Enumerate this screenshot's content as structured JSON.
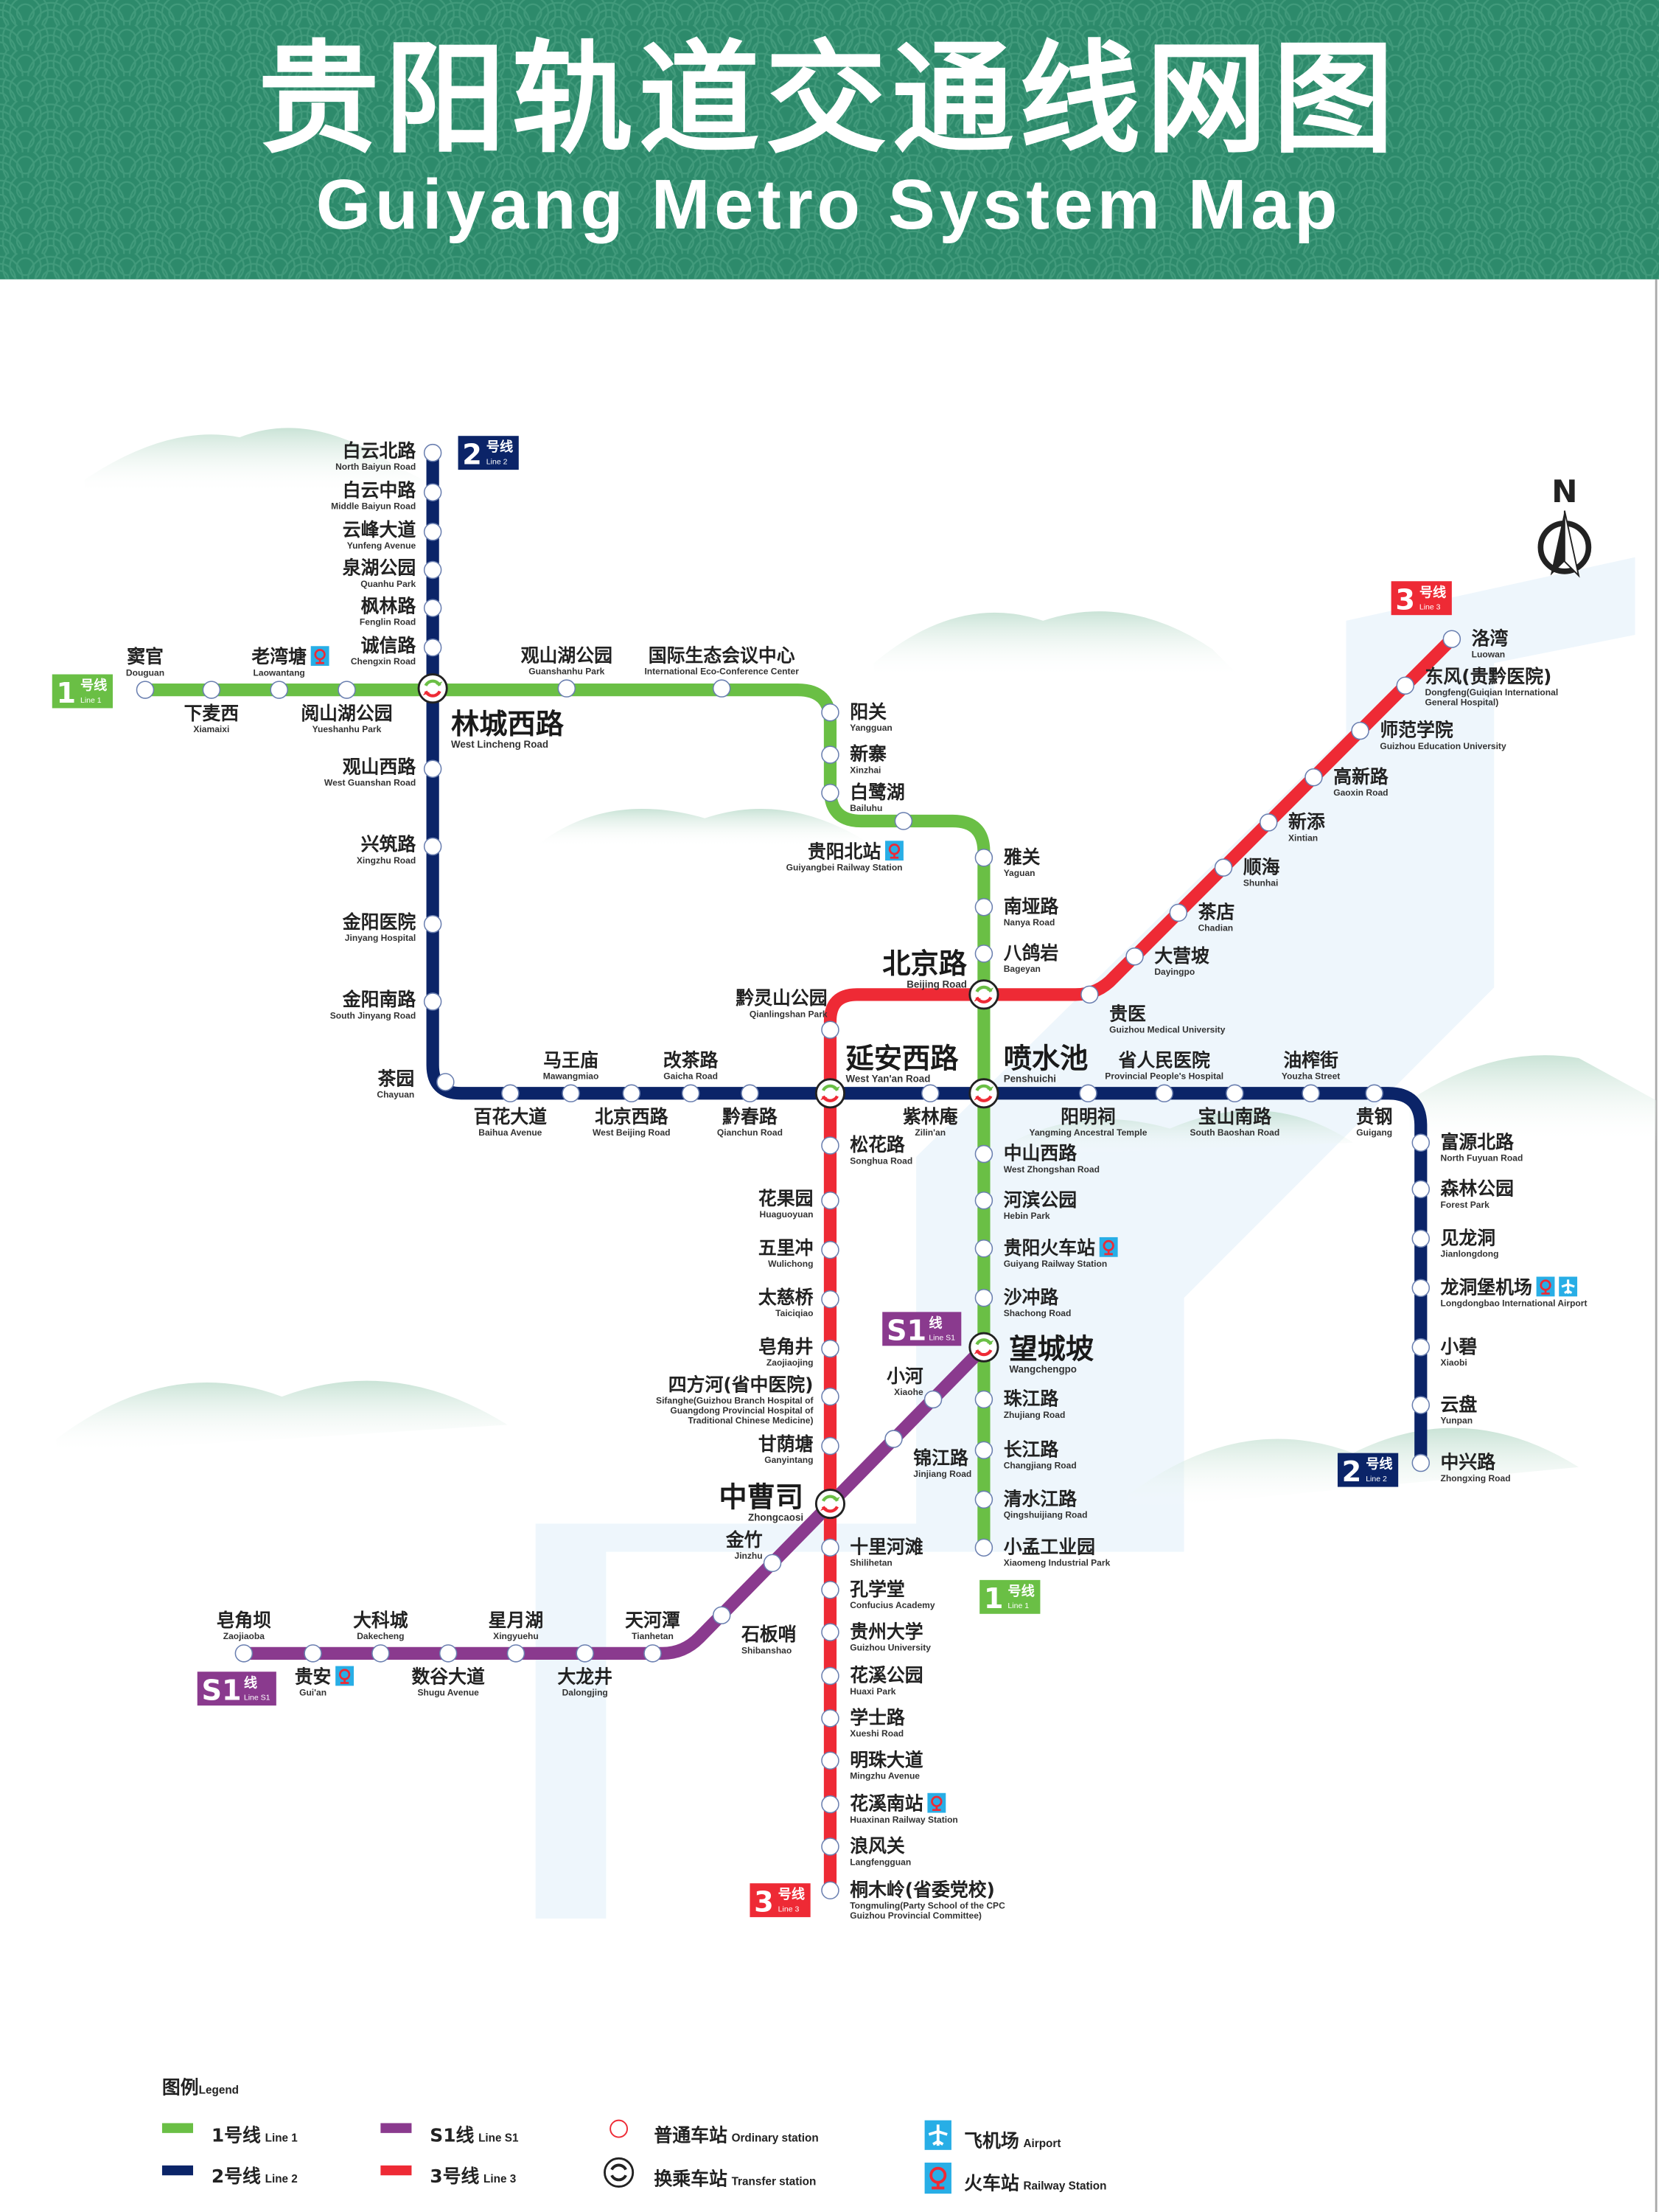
{
  "title": {
    "zh": "贵阳轨道交通线网图",
    "en": "Guiyang Metro System Map"
  },
  "compass": "N",
  "colors": {
    "header": "#2d8a6b",
    "line1": "#6abf45",
    "line2": "#0b2468",
    "line3": "#ee2a35",
    "lineS1": "#8a3a8e",
    "icon_bg": "#28aee6"
  },
  "transfer_stations": [
    {
      "zh": "林城西路",
      "en": "West Lincheng Road"
    },
    {
      "zh": "北京路",
      "en": "Beijing Road"
    },
    {
      "zh": "延安西路",
      "en": "West Yan'an Road"
    },
    {
      "zh": "喷水池",
      "en": "Penshuichi"
    },
    {
      "zh": "望城坡",
      "en": "Wangchengpo"
    },
    {
      "zh": "中曹司",
      "en": "Zhongcaosi"
    }
  ],
  "lines": [
    {
      "id": "l1",
      "num": "1",
      "suffix": "号线",
      "en": "Line 1",
      "color": "#6abf45",
      "stations": [
        {
          "zh": "窦官",
          "en": "Douguan"
        },
        {
          "zh": "下麦西",
          "en": "Xiamaixi"
        },
        {
          "zh": "老湾塘",
          "en": "Laowantang",
          "icons": [
            "railway"
          ]
        },
        {
          "zh": "阅山湖公园",
          "en": "Yueshanhu Park"
        },
        {
          "ref": 0
        },
        {
          "zh": "观山湖公园",
          "en": "Guanshanhu Park"
        },
        {
          "zh": "国际生态会议中心",
          "en": "International Eco-Conference Center"
        },
        {
          "zh": "阳关",
          "en": "Yangguan"
        },
        {
          "zh": "新寨",
          "en": "Xinzhai"
        },
        {
          "zh": "白鹭湖",
          "en": "Bailuhu"
        },
        {
          "zh": "贵阳北站",
          "en": "Guiyangbei Railway Station",
          "icons": [
            "railway"
          ]
        },
        {
          "zh": "雅关",
          "en": "Yaguan"
        },
        {
          "zh": "南垭路",
          "en": "Nanya Road"
        },
        {
          "zh": "八鸽岩",
          "en": "Bageyan"
        },
        {
          "ref": 1
        },
        {
          "ref": 3
        },
        {
          "zh": "中山西路",
          "en": "West Zhongshan Road"
        },
        {
          "zh": "河滨公园",
          "en": "Hebin Park"
        },
        {
          "zh": "贵阳火车站",
          "en": "Guiyang Railway Station",
          "icons": [
            "railway"
          ]
        },
        {
          "zh": "沙冲路",
          "en": "Shachong Road"
        },
        {
          "ref": 4
        },
        {
          "zh": "珠江路",
          "en": "Zhujiang Road"
        },
        {
          "zh": "长江路",
          "en": "Changjiang Road"
        },
        {
          "zh": "清水江路",
          "en": "Qingshuijiang Road"
        },
        {
          "zh": "小孟工业园",
          "en": "Xiaomeng Industrial Park"
        }
      ]
    },
    {
      "id": "l2",
      "num": "2",
      "suffix": "号线",
      "en": "Line 2",
      "color": "#0b2468",
      "stations": [
        {
          "zh": "白云北路",
          "en": "North Baiyun Road"
        },
        {
          "zh": "白云中路",
          "en": "Middle Baiyun Road"
        },
        {
          "zh": "云峰大道",
          "en": "Yunfeng Avenue"
        },
        {
          "zh": "泉湖公园",
          "en": "Quanhu Park"
        },
        {
          "zh": "枫林路",
          "en": "Fenglin Road"
        },
        {
          "zh": "诚信路",
          "en": "Chengxin Road"
        },
        {
          "ref": 0
        },
        {
          "zh": "观山西路",
          "en": "West Guanshan Road"
        },
        {
          "zh": "兴筑路",
          "en": "Xingzhu Road"
        },
        {
          "zh": "金阳医院",
          "en": "Jinyang Hospital"
        },
        {
          "zh": "金阳南路",
          "en": "South Jinyang Road"
        },
        {
          "zh": "茶园",
          "en": "Chayuan"
        },
        {
          "zh": "百花大道",
          "en": "Baihua Avenue"
        },
        {
          "zh": "马王庙",
          "en": "Mawangmiao"
        },
        {
          "zh": "北京西路",
          "en": "West Beijing Road"
        },
        {
          "zh": "改茶路",
          "en": "Gaicha Road"
        },
        {
          "zh": "黔春路",
          "en": "Qianchun Road"
        },
        {
          "ref": 2
        },
        {
          "zh": "紫林庵",
          "en": "Zilin'an"
        },
        {
          "ref": 3
        },
        {
          "zh": "阳明祠",
          "en": "Yangming Ancestral Temple"
        },
        {
          "zh": "省人民医院",
          "en": "Provincial People's Hospital"
        },
        {
          "zh": "宝山南路",
          "en": "South Baoshan Road"
        },
        {
          "zh": "油榨街",
          "en": "Youzha Street"
        },
        {
          "zh": "贵钢",
          "en": "Guigang"
        },
        {
          "zh": "富源北路",
          "en": "North Fuyuan Road"
        },
        {
          "zh": "森林公园",
          "en": "Forest Park"
        },
        {
          "zh": "见龙洞",
          "en": "Jianlongdong"
        },
        {
          "zh": "龙洞堡机场",
          "en": "Longdongbao International Airport",
          "icons": [
            "railway",
            "airport"
          ]
        },
        {
          "zh": "小碧",
          "en": "Xiaobi"
        },
        {
          "zh": "云盘",
          "en": "Yunpan"
        },
        {
          "zh": "中兴路",
          "en": "Zhongxing Road"
        }
      ]
    },
    {
      "id": "l3",
      "num": "3",
      "suffix": "号线",
      "en": "Line 3",
      "color": "#ee2a35",
      "stations": [
        {
          "zh": "洛湾",
          "en": "Luowan"
        },
        {
          "zh": "东风(贵黔医院)",
          "en": "Dongfeng(Guiqian International",
          "en_extra": [
            "General Hospital)"
          ]
        },
        {
          "zh": "师范学院",
          "en": "Guizhou Education University"
        },
        {
          "zh": "高新路",
          "en": "Gaoxin Road"
        },
        {
          "zh": "新添",
          "en": "Xintian"
        },
        {
          "zh": "顺海",
          "en": "Shunhai"
        },
        {
          "zh": "茶店",
          "en": "Chadian"
        },
        {
          "zh": "大营坡",
          "en": "Dayingpo"
        },
        {
          "zh": "贵医",
          "en": "Guizhou Medical University"
        },
        {
          "ref": 1
        },
        {
          "zh": "黔灵山公园",
          "en": "Qianlingshan Park"
        },
        {
          "ref": 2
        },
        {
          "zh": "松花路",
          "en": "Songhua Road"
        },
        {
          "zh": "花果园",
          "en": "Huaguoyuan"
        },
        {
          "zh": "五里冲",
          "en": "Wulichong"
        },
        {
          "zh": "太慈桥",
          "en": "Taiciqiao"
        },
        {
          "zh": "皂角井",
          "en": "Zaojiaojing"
        },
        {
          "zh": "四方河(省中医院)",
          "en": "Sifanghe(Guizhou Branch Hospital of",
          "en_extra": [
            "Guangdong Provincial Hospital of",
            "Traditional Chinese Medicine)"
          ]
        },
        {
          "zh": "甘荫塘",
          "en": "Ganyintang"
        },
        {
          "ref": 5
        },
        {
          "zh": "十里河滩",
          "en": "Shilihetan"
        },
        {
          "zh": "孔学堂",
          "en": "Confucius Academy"
        },
        {
          "zh": "贵州大学",
          "en": "Guizhou University"
        },
        {
          "zh": "花溪公园",
          "en": "Huaxi Park"
        },
        {
          "zh": "学士路",
          "en": "Xueshi Road"
        },
        {
          "zh": "明珠大道",
          "en": "Mingzhu Avenue"
        },
        {
          "zh": "花溪南站",
          "en": "Huaxinan Railway Station",
          "icons": [
            "railway"
          ]
        },
        {
          "zh": "浪风关",
          "en": "Langfengguan"
        },
        {
          "zh": "桐木岭(省委党校)",
          "en": "Tongmuling(Party School of the CPC",
          "en_extra": [
            "Guizhou Provincial Committee)"
          ]
        }
      ]
    },
    {
      "id": "s1",
      "num": "S1",
      "suffix": "线",
      "en": "Line S1",
      "color": "#8a3a8e",
      "stations": [
        {
          "zh": "皂角坝",
          "en": "Zaojiaoba"
        },
        {
          "zh": "贵安",
          "en": "Gui'an",
          "icons": [
            "railway"
          ]
        },
        {
          "zh": "大科城",
          "en": "Dakecheng"
        },
        {
          "zh": "数谷大道",
          "en": "Shugu Avenue"
        },
        {
          "zh": "星月湖",
          "en": "Xingyuehu"
        },
        {
          "zh": "大龙井",
          "en": "Dalongjing"
        },
        {
          "zh": "天河潭",
          "en": "Tianhetan"
        },
        {
          "zh": "石板哨",
          "en": "Shibanshao"
        },
        {
          "zh": "金竹",
          "en": "Jinzhu"
        },
        {
          "ref": 5
        },
        {
          "zh": "锦江路",
          "en": "Jinjiang Road"
        },
        {
          "zh": "小河",
          "en": "Xiaohe"
        },
        {
          "ref": 4
        }
      ]
    }
  ],
  "legend": {
    "title_zh": "图例",
    "title_en": "Legend",
    "items": [
      {
        "zh": "1号线",
        "en": "Line 1"
      },
      {
        "zh": "2号线",
        "en": "Line 2"
      },
      {
        "zh": "S1线",
        "en": "Line S1"
      },
      {
        "zh": "3号线",
        "en": "Line 3"
      },
      {
        "zh": "普通车站",
        "en": "Ordinary station"
      },
      {
        "zh": "换乘车站",
        "en": "Transfer station"
      },
      {
        "zh": "飞机场",
        "en": "Airport"
      },
      {
        "zh": "火车站",
        "en": "Railway Station"
      }
    ]
  }
}
